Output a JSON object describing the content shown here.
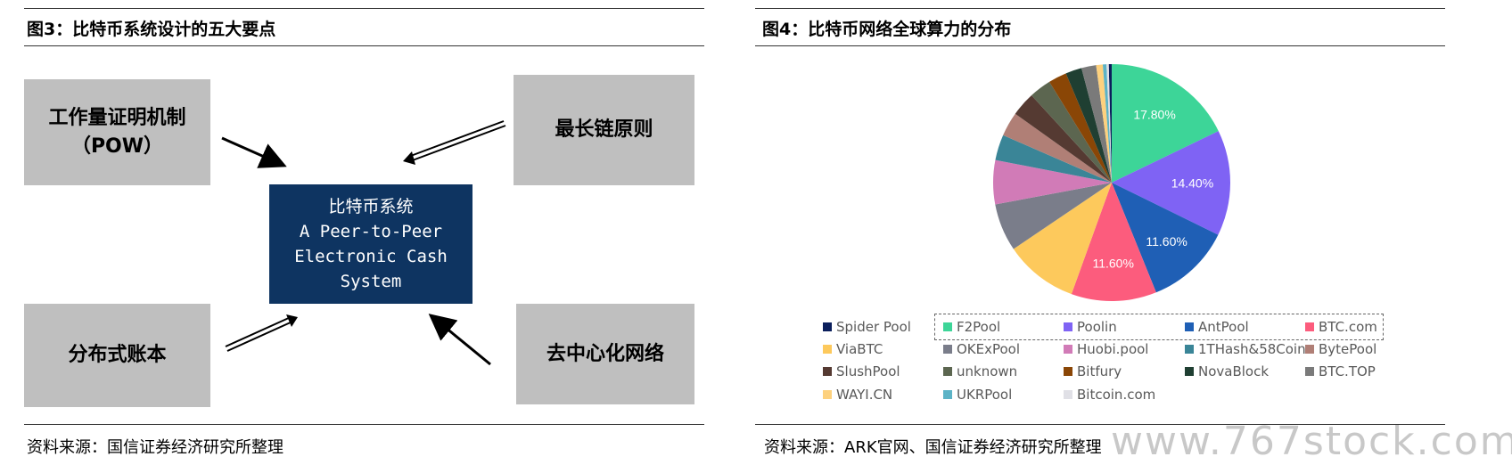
{
  "left": {
    "title": "图3：比特币系统设计的五大要点",
    "boxes": [
      "工作量证明机制\n（POW）",
      "最长链原则",
      "分布式账本",
      "去中心化网络"
    ],
    "center": "比特币系统\nA Peer-to-Peer\nElectronic Cash\nSystem",
    "source": "资料来源：国信证券经济研究所整理"
  },
  "right": {
    "title": "图4：比特币网络全球算力的分布",
    "source": "资料来源：ARK官网、国信证券经济研究所整理",
    "watermark": "www.767stock.com"
  },
  "chart_data": {
    "type": "pie",
    "title": "比特币网络全球算力的分布",
    "legend_position": "bottom",
    "slices": [
      {
        "name": "Spider Pool",
        "value": 0.4,
        "color": "#0b1f5c"
      },
      {
        "name": "F2Pool",
        "value": 17.8,
        "color": "#3dd598",
        "label": "17.80%"
      },
      {
        "name": "Poolin",
        "value": 14.4,
        "color": "#7f63f4",
        "label": "14.40%"
      },
      {
        "name": "AntPool",
        "value": 11.6,
        "color": "#1f5fb5",
        "label": "11.60%"
      },
      {
        "name": "BTC.com",
        "value": 11.6,
        "color": "#fc5c7d",
        "label": "11.60%"
      },
      {
        "name": "ViaBTC",
        "value": 10.0,
        "color": "#fdc95c"
      },
      {
        "name": "OKExPool",
        "value": 6.5,
        "color": "#7a7d8a"
      },
      {
        "name": "Huobi.pool",
        "value": 6.0,
        "color": "#d17bb7"
      },
      {
        "name": "1THash&58Coin",
        "value": 3.5,
        "color": "#3a8597"
      },
      {
        "name": "BytePool",
        "value": 3.3,
        "color": "#b07f76"
      },
      {
        "name": "SlushPool",
        "value": 3.3,
        "color": "#553a32"
      },
      {
        "name": "unknown",
        "value": 3.0,
        "color": "#5c6650"
      },
      {
        "name": "Bitfury",
        "value": 2.5,
        "color": "#8a4606"
      },
      {
        "name": "NovaBlock",
        "value": 2.2,
        "color": "#1f3f32"
      },
      {
        "name": "BTC.TOP",
        "value": 2.0,
        "color": "#7a7a7a"
      },
      {
        "name": "WAYI.CN",
        "value": 0.9,
        "color": "#fdd17e"
      },
      {
        "name": "UKRPool",
        "value": 0.5,
        "color": "#5cb3c6"
      },
      {
        "name": "Bitcoin.com",
        "value": 0.3,
        "color": "#e0e0e6"
      }
    ]
  }
}
